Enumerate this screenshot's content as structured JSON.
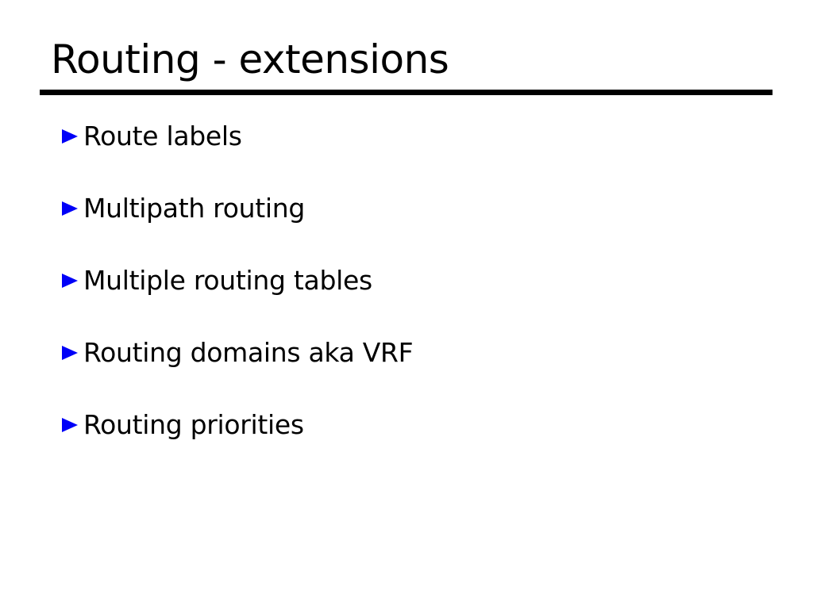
{
  "slide": {
    "title": "Routing - extensions",
    "bullets": [
      "Route labels",
      "Multipath routing",
      "Multiple routing tables",
      "Routing domains aka VRF",
      "Routing priorities"
    ],
    "colors": {
      "background": "#ffffff",
      "text": "#000000",
      "title_rule": "#000000",
      "bullet_triangle": "#0000f8"
    }
  }
}
